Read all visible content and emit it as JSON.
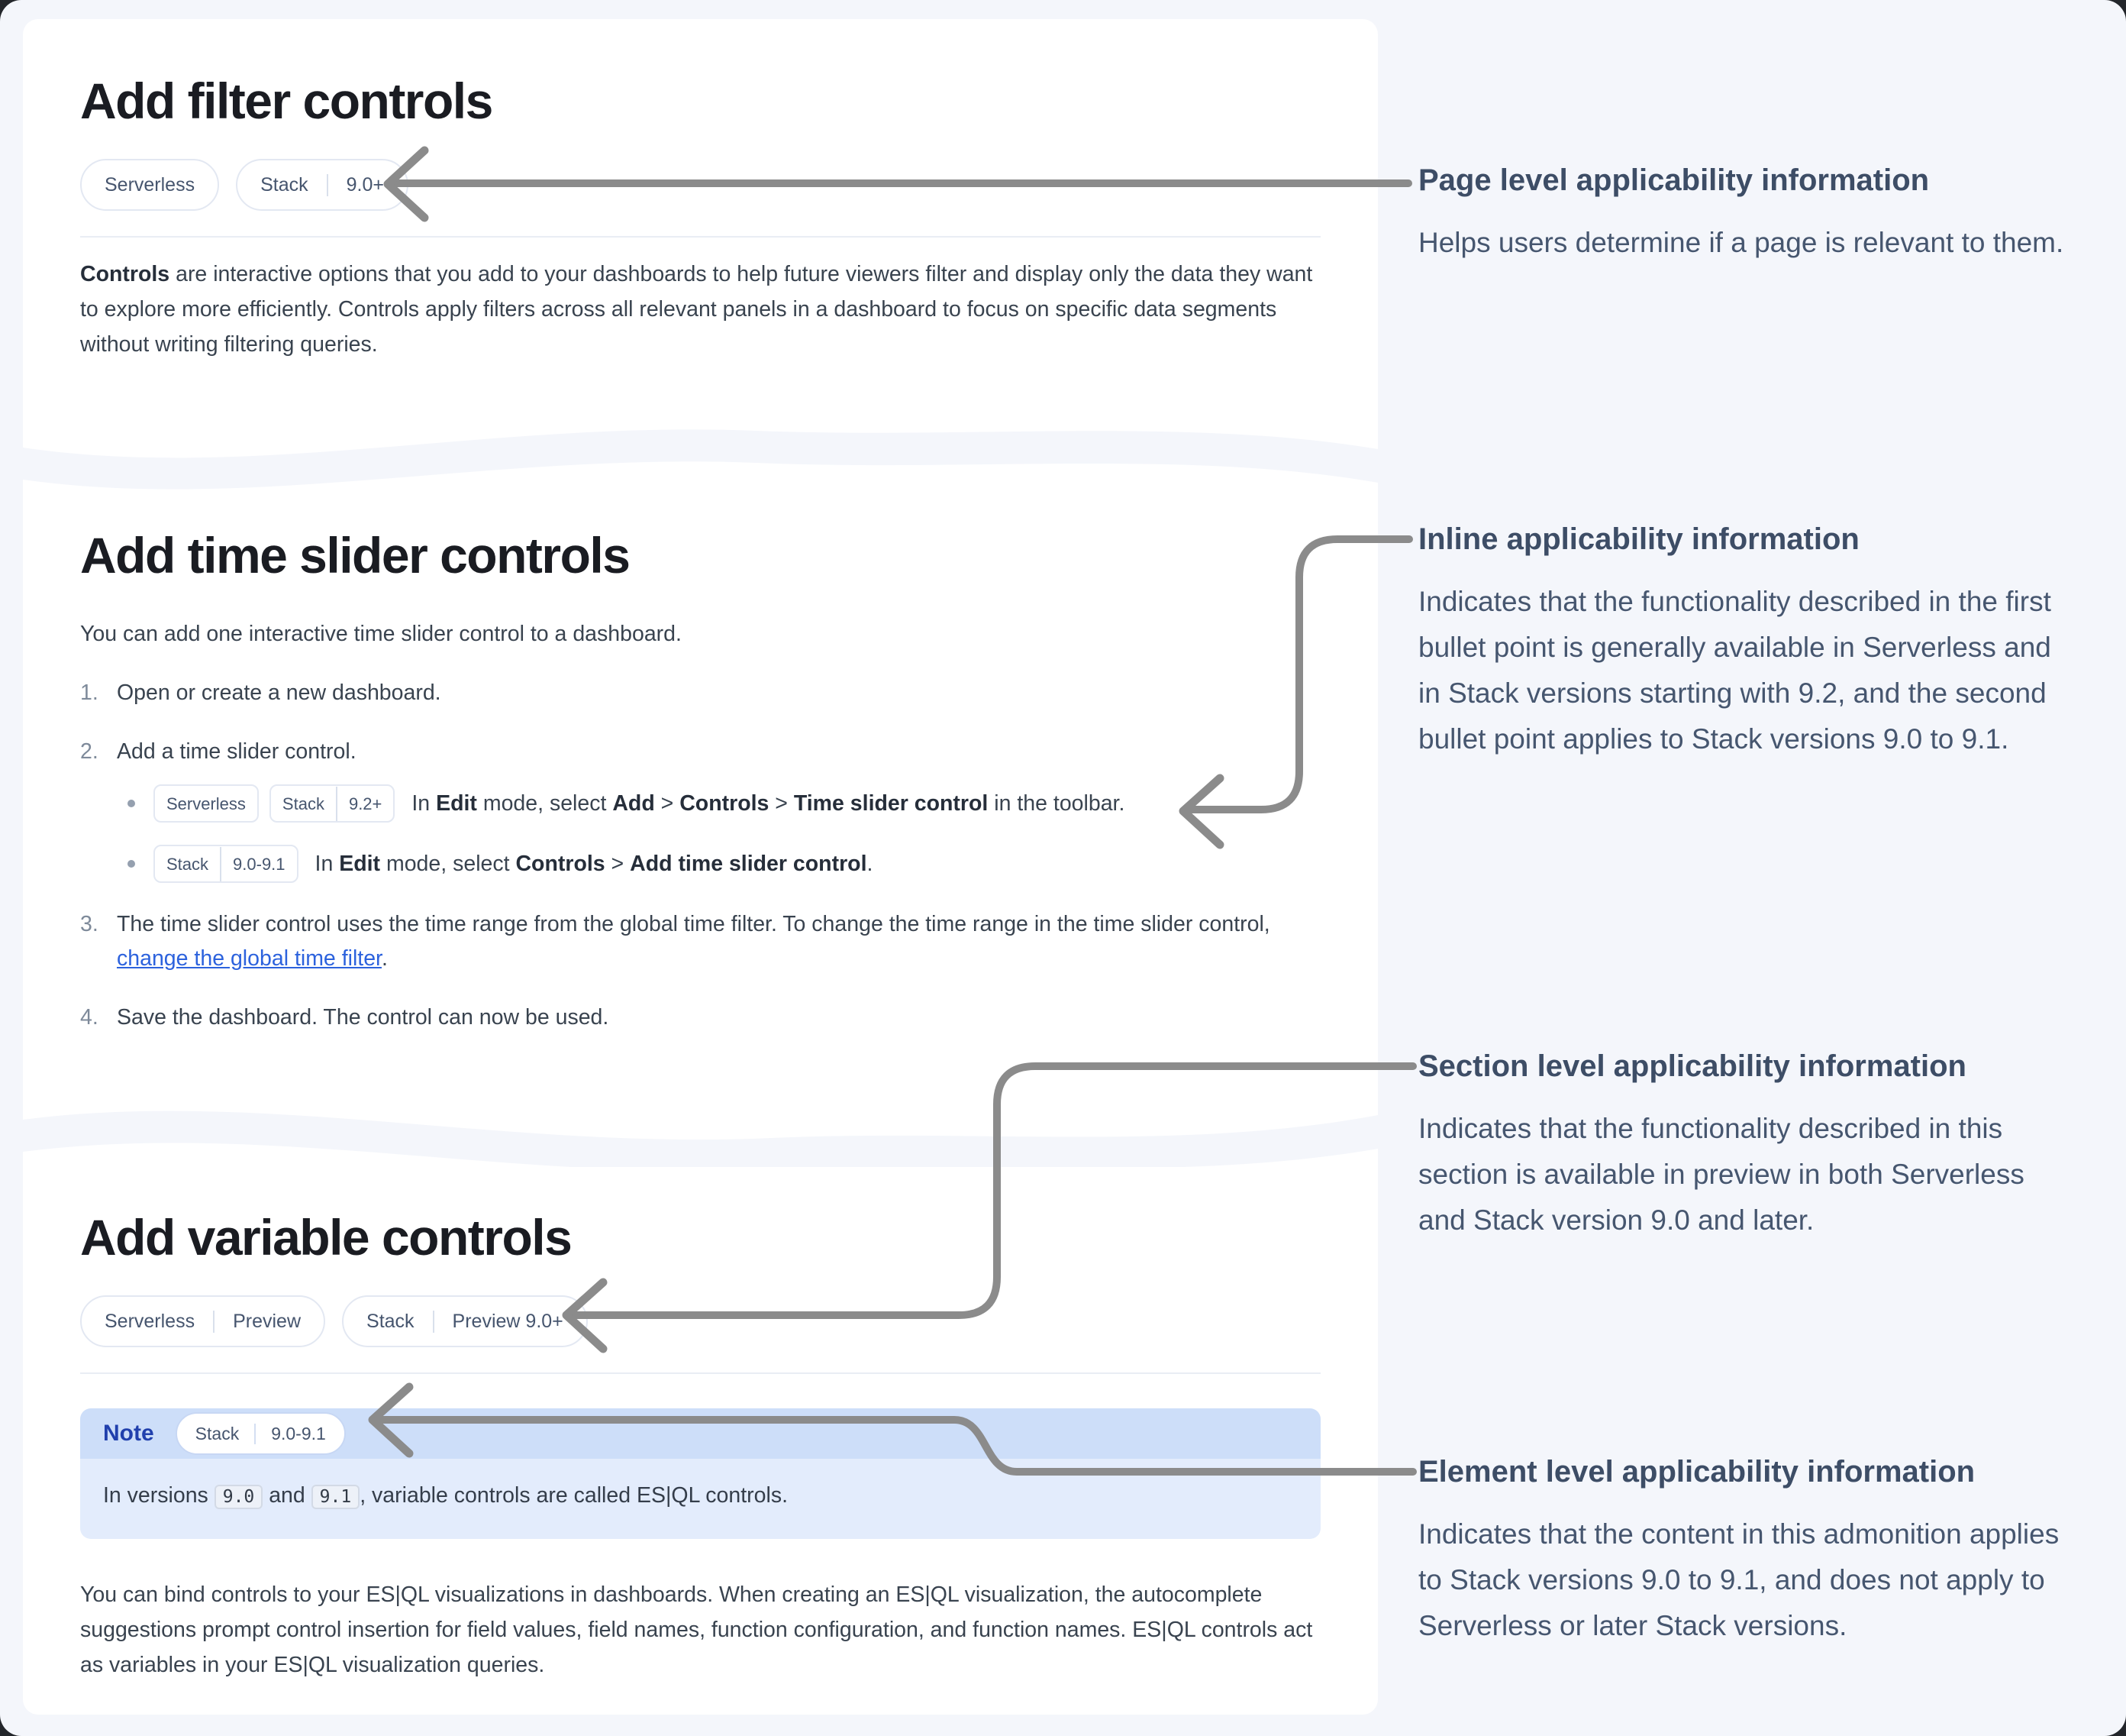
{
  "colors": {
    "page_background": "#f4f6fb",
    "card_background": "#ffffff",
    "link_blue": "#2c62dd",
    "note_label_blue": "#2140ad",
    "note_header_bg": "#cddef9",
    "note_body_bg": "#e3ecfc",
    "arrow_gray": "#8b8b8b",
    "badge_text": "#46556e",
    "heading_text": "#1a1c22",
    "body_text": "#39434f",
    "annotation_text": "#46566f"
  },
  "cards": [
    {
      "title": "Add filter controls",
      "badges": [
        {
          "segments": [
            "Serverless"
          ]
        },
        {
          "segments": [
            "Stack",
            "9.0+"
          ]
        }
      ],
      "paragraph": {
        "runs": [
          {
            "text": "Controls",
            "bold": true
          },
          {
            "text": " are interactive options that you add to your dashboards to help future viewers filter and display only the data they want to explore more efficiently. Controls apply filters across all relevant panels in a dashboard to focus on specific data segments without writing filtering queries."
          }
        ]
      }
    },
    {
      "title": "Add time slider controls",
      "intro": "You can add one interactive time slider control to a dashboard.",
      "steps": [
        {
          "num": "1.",
          "text": "Open or create a new dashboard."
        },
        {
          "num": "2.",
          "text": "Add a time slider control.",
          "bullets": [
            {
              "badges": [
                {
                  "segments": [
                    "Serverless"
                  ]
                },
                {
                  "segments": [
                    "Stack",
                    "9.2+"
                  ]
                }
              ],
              "runs": [
                {
                  "text": "In "
                },
                {
                  "text": "Edit",
                  "bold": true
                },
                {
                  "text": " mode, select "
                },
                {
                  "text": "Add",
                  "bold": true
                },
                {
                  "text": " > "
                },
                {
                  "text": "Controls",
                  "bold": true
                },
                {
                  "text": " > "
                },
                {
                  "text": "Time slider control",
                  "bold": true
                },
                {
                  "text": " in the toolbar."
                }
              ]
            },
            {
              "badges": [
                {
                  "segments": [
                    "Stack",
                    "9.0-9.1"
                  ]
                }
              ],
              "runs": [
                {
                  "text": "In "
                },
                {
                  "text": "Edit",
                  "bold": true
                },
                {
                  "text": " mode, select "
                },
                {
                  "text": "Controls",
                  "bold": true
                },
                {
                  "text": " > "
                },
                {
                  "text": "Add time slider control",
                  "bold": true
                },
                {
                  "text": "."
                }
              ]
            }
          ]
        },
        {
          "num": "3.",
          "runs": [
            {
              "text": "The time slider control uses the time range from the global time filter. To change the time range in the time slider control, "
            },
            {
              "text": "change the global time filter",
              "link": true
            },
            {
              "text": "."
            }
          ]
        },
        {
          "num": "4.",
          "text": "Save the dashboard. The control can now be used."
        }
      ]
    },
    {
      "title": "Add variable controls",
      "badges": [
        {
          "segments": [
            "Serverless",
            "Preview"
          ]
        },
        {
          "segments": [
            "Stack",
            "Preview 9.0+"
          ]
        }
      ],
      "note": {
        "label": "Note",
        "badge": {
          "segments": [
            "Stack",
            "9.0-9.1"
          ]
        },
        "runs": [
          {
            "text": "In versions "
          },
          {
            "text": "9.0",
            "code": true
          },
          {
            "text": " and "
          },
          {
            "text": "9.1",
            "code": true
          },
          {
            "text": ", variable controls are called ES|QL controls."
          }
        ]
      },
      "paragraph": "You can bind controls to your ES|QL visualizations in dashboards. When creating an ES|QL visualization, the autocomplete suggestions prompt control insertion for field values, field names, function configuration, and function names. ES|QL controls act as variables in your ES|QL visualization queries."
    }
  ],
  "annotations": [
    {
      "heading": "Page level applicability information",
      "body": "Helps users determine if a page is relevant to them."
    },
    {
      "heading": "Inline applicability information",
      "body": "Indicates that the functionality described in the first bullet point is generally available in Serverless and in Stack versions starting with 9.2, and the second bullet point applies to Stack versions 9.0 to 9.1."
    },
    {
      "heading": "Section level applicability information",
      "body": "Indicates that the functionality described in this section is available in preview in both Serverless and Stack version 9.0 and later."
    },
    {
      "heading": "Element level applicability information",
      "body": "Indicates that the content in this admonition applies to Stack versions 9.0 to 9.1, and does not apply to Serverless or later Stack versions."
    }
  ]
}
